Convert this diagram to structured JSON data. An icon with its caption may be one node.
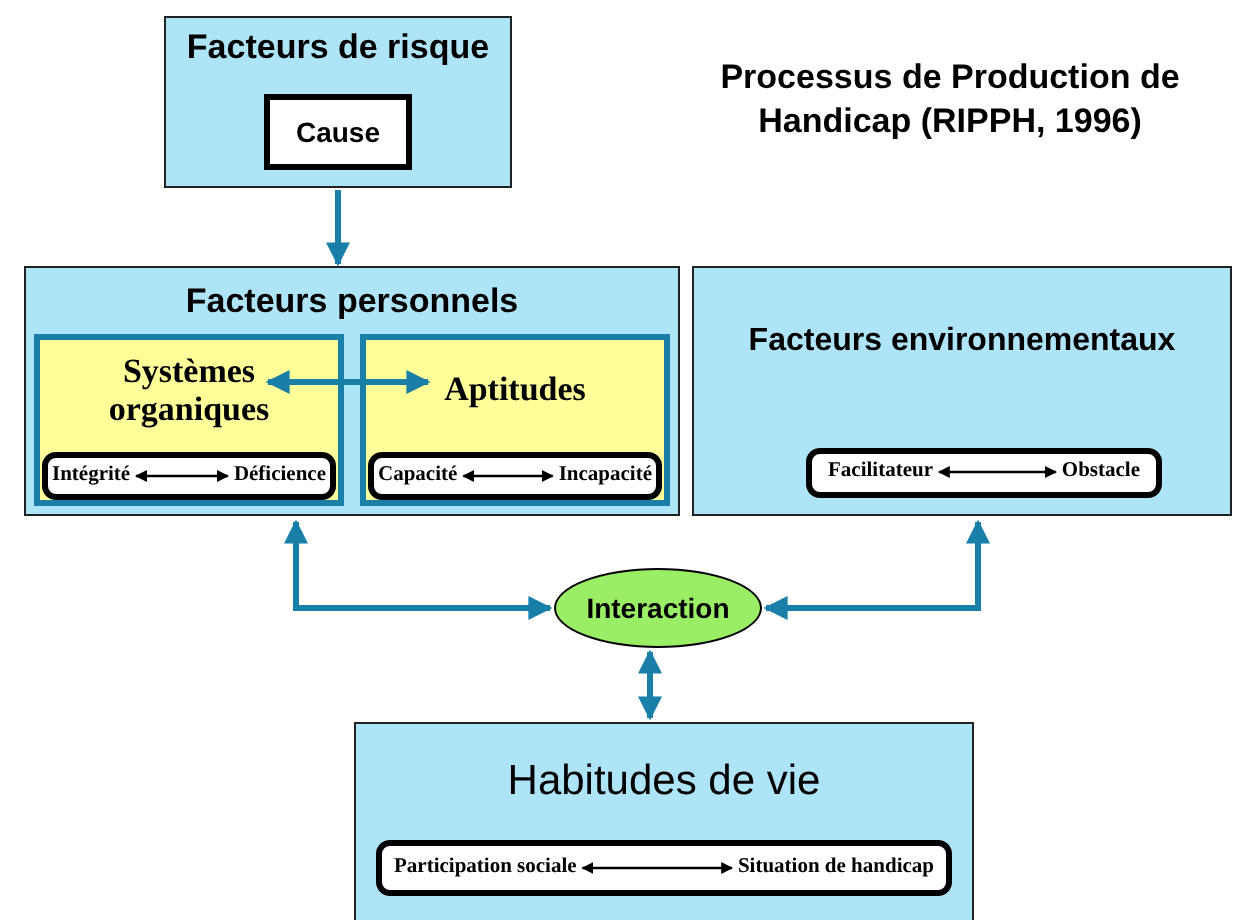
{
  "diagram": {
    "title": "Processus de Production de Handicap (RIPPH, 1996)",
    "nodes": [
      {
        "text": [
          "Facteurs de risque"
        ]
      },
      {
        "text": [
          "Cause"
        ],
        "in": 0
      },
      {
        "text": [
          "Facteurs personnels"
        ]
      },
      {
        "text": [
          "Systèmes organiques"
        ],
        "in": 2
      },
      {
        "text": [],
        "shape": "box",
        "in": 3
      },
      {
        "text": [
          "Intégrité"
        ],
        "in": 4
      },
      {
        "text": [
          "Déficience"
        ],
        "in": 4
      },
      {
        "text": [
          "Aptitudes"
        ],
        "in": 2
      },
      {
        "text": [],
        "shape": "box",
        "in": 7
      },
      {
        "text": [
          "Capacité"
        ],
        "in": 8
      },
      {
        "text": [
          "Incapacité"
        ],
        "in": 8
      },
      {
        "text": [
          "Facteurs environnementaux"
        ]
      },
      {
        "text": [],
        "shape": "box",
        "in": 11
      },
      {
        "text": [
          "Facilitateur"
        ],
        "in": 12
      },
      {
        "text": [
          "Obstacle"
        ],
        "in": 12
      },
      {
        "text": [
          "Interaction"
        ]
      },
      {
        "text": [
          "Habitudes de vie"
        ]
      },
      {
        "text": [],
        "shape": "box",
        "in": 16
      },
      {
        "text": [
          "Participation sociale"
        ],
        "in": 17
      },
      {
        "text": [
          "Situation de handicap"
        ],
        "in": 17
      }
    ],
    "edges": [
      {
        "from": 0,
        "to": 2,
        "arrow": "to"
      },
      {
        "from": 3,
        "to": 7,
        "arrow": "both"
      },
      {
        "from": 5,
        "to": 6,
        "arrow": "both",
        "color": "#000000"
      },
      {
        "from": 9,
        "to": 10,
        "arrow": "both",
        "color": "#000000"
      },
      {
        "from": 13,
        "to": 14,
        "arrow": "both",
        "color": "#000000"
      },
      {
        "from": 2,
        "to": 15,
        "arrow": "both"
      },
      {
        "from": 11,
        "to": 15,
        "arrow": "both"
      },
      {
        "from": 15,
        "to": 16,
        "arrow": "both"
      },
      {
        "from": 18,
        "to": 19,
        "arrow": "both",
        "color": "#000000"
      }
    ]
  }
}
